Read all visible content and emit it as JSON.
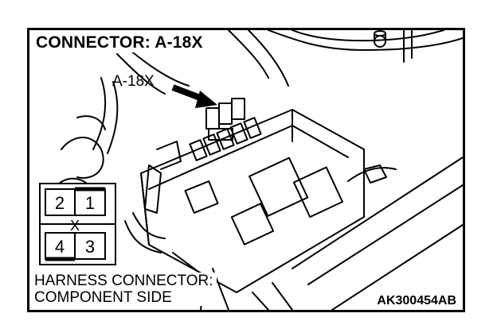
{
  "title": "CONNECTOR: A-18X",
  "callout_label": "A-18X",
  "connector_face": {
    "pins_top": [
      "2",
      "1"
    ],
    "pins_bottom": [
      "4",
      "3"
    ],
    "center_mark": "X"
  },
  "bottom_label": {
    "line1": "HARNESS CONNECTOR:",
    "line2": "COMPONENT SIDE"
  },
  "figure_code": "AK300454AB",
  "icons": [
    "arrow-icon",
    "bolt-icon"
  ]
}
